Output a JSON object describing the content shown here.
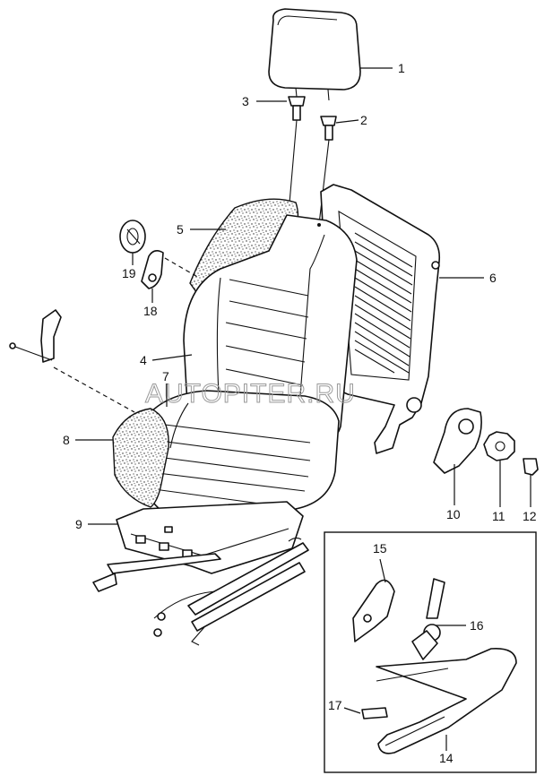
{
  "watermark": "AUTOPITER.RU",
  "callouts": [
    {
      "id": "c1",
      "label": "1"
    },
    {
      "id": "c2",
      "label": "2"
    },
    {
      "id": "c3",
      "label": "3"
    },
    {
      "id": "c4",
      "label": "4"
    },
    {
      "id": "c5",
      "label": "5"
    },
    {
      "id": "c6",
      "label": "6"
    },
    {
      "id": "c7",
      "label": "7"
    },
    {
      "id": "c8",
      "label": "8"
    },
    {
      "id": "c9",
      "label": "9"
    },
    {
      "id": "c10",
      "label": "10"
    },
    {
      "id": "c11",
      "label": "11"
    },
    {
      "id": "c12",
      "label": "12"
    },
    {
      "id": "c14",
      "label": "14"
    },
    {
      "id": "c15",
      "label": "15"
    },
    {
      "id": "c16",
      "label": "16"
    },
    {
      "id": "c17",
      "label": "17"
    },
    {
      "id": "c18",
      "label": "18"
    },
    {
      "id": "c19",
      "label": "19"
    }
  ]
}
